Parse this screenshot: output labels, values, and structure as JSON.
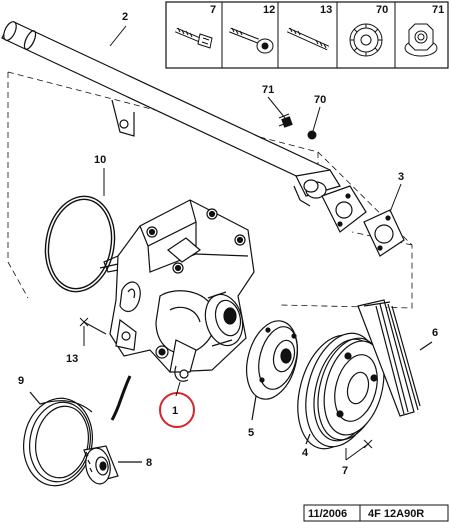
{
  "fasteners_header": {
    "refs": [
      "7",
      "12",
      "13",
      "70",
      "71"
    ]
  },
  "callouts": {
    "c1": "1",
    "c2": "2",
    "c3": "3",
    "c4": "4",
    "c5": "5",
    "c6": "6",
    "c7": "7",
    "c8": "8",
    "c9": "9",
    "c10": "10",
    "c13": "13",
    "c70": "70",
    "c71": "71"
  },
  "footer": {
    "date": "11/2006",
    "reference": "4F 12A90R"
  },
  "colors": {
    "line": "#111111",
    "highlight_circle": "#d9232a"
  }
}
